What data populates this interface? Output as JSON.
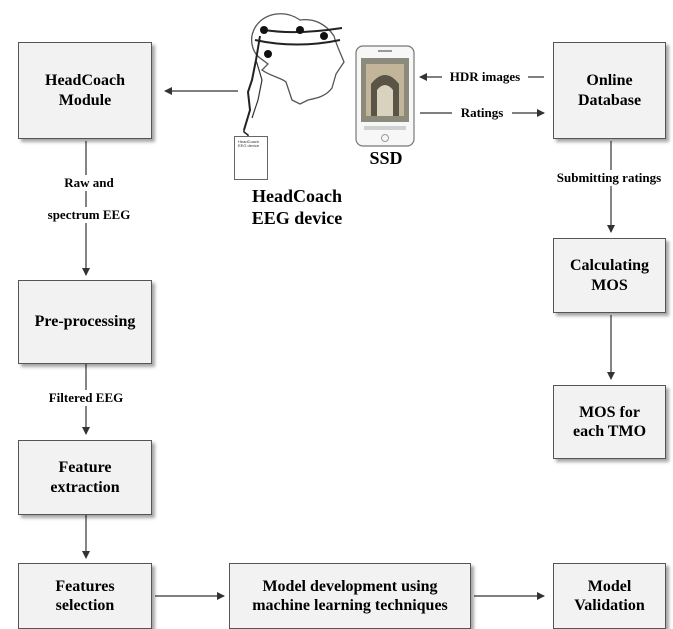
{
  "boxes": {
    "headcoach_module": "HeadCoach\nModule",
    "online_database": "Online\nDatabase",
    "calculating_mos": "Calculating\nMOS",
    "mos_each_tmo": "MOS for\neach TMO",
    "preprocessing": "Pre-processing",
    "feature_extraction": "Feature\nextraction",
    "features_selection": "Features\nselection",
    "model_development": "Model development using\nmachine learning techniques",
    "model_validation": "Model\nValidation"
  },
  "labels": {
    "raw_and": "Raw and",
    "spectrum_eeg": "spectrum EEG",
    "filtered_eeg": "Filtered EEG",
    "hdr_images": "HDR images",
    "ratings": "Ratings",
    "submitting_ratings": "Submitting ratings",
    "ssd": "SSD",
    "device_line1": "HeadCoach",
    "device_line2": "EEG device",
    "device_card": "HeadCoach\nEEG device"
  }
}
